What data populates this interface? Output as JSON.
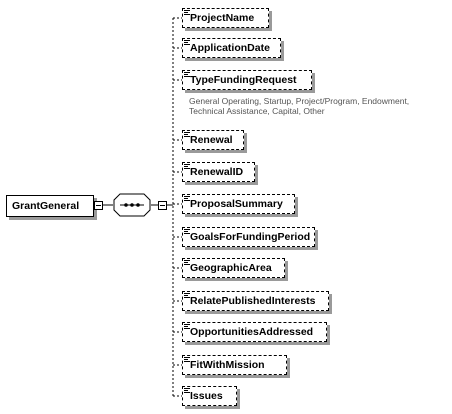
{
  "diagram": {
    "root": {
      "label": "GrantGeneral"
    },
    "compositor": {
      "kind": "sequence-icon"
    },
    "children": [
      {
        "label": "ProjectName"
      },
      {
        "label": "ApplicationDate"
      },
      {
        "label": "TypeFundingRequest"
      },
      {
        "label": "Renewal"
      },
      {
        "label": "RenewalID"
      },
      {
        "label": "ProposalSummary"
      },
      {
        "label": "GoalsForFundingPeriod"
      },
      {
        "label": "GeographicArea"
      },
      {
        "label": "RelatePublishedInterests"
      },
      {
        "label": "OpportunitiesAddressed"
      },
      {
        "label": "FitWithMission"
      },
      {
        "label": "Issues"
      }
    ],
    "annotation": {
      "line1": "General Operating, Startup, Project/Program, Endowment,",
      "line2": "Technical Assistance, Capital, Other"
    },
    "colors": {
      "line": "#000000",
      "shadow": "#9a9a9a",
      "annotation": "#555555"
    }
  }
}
